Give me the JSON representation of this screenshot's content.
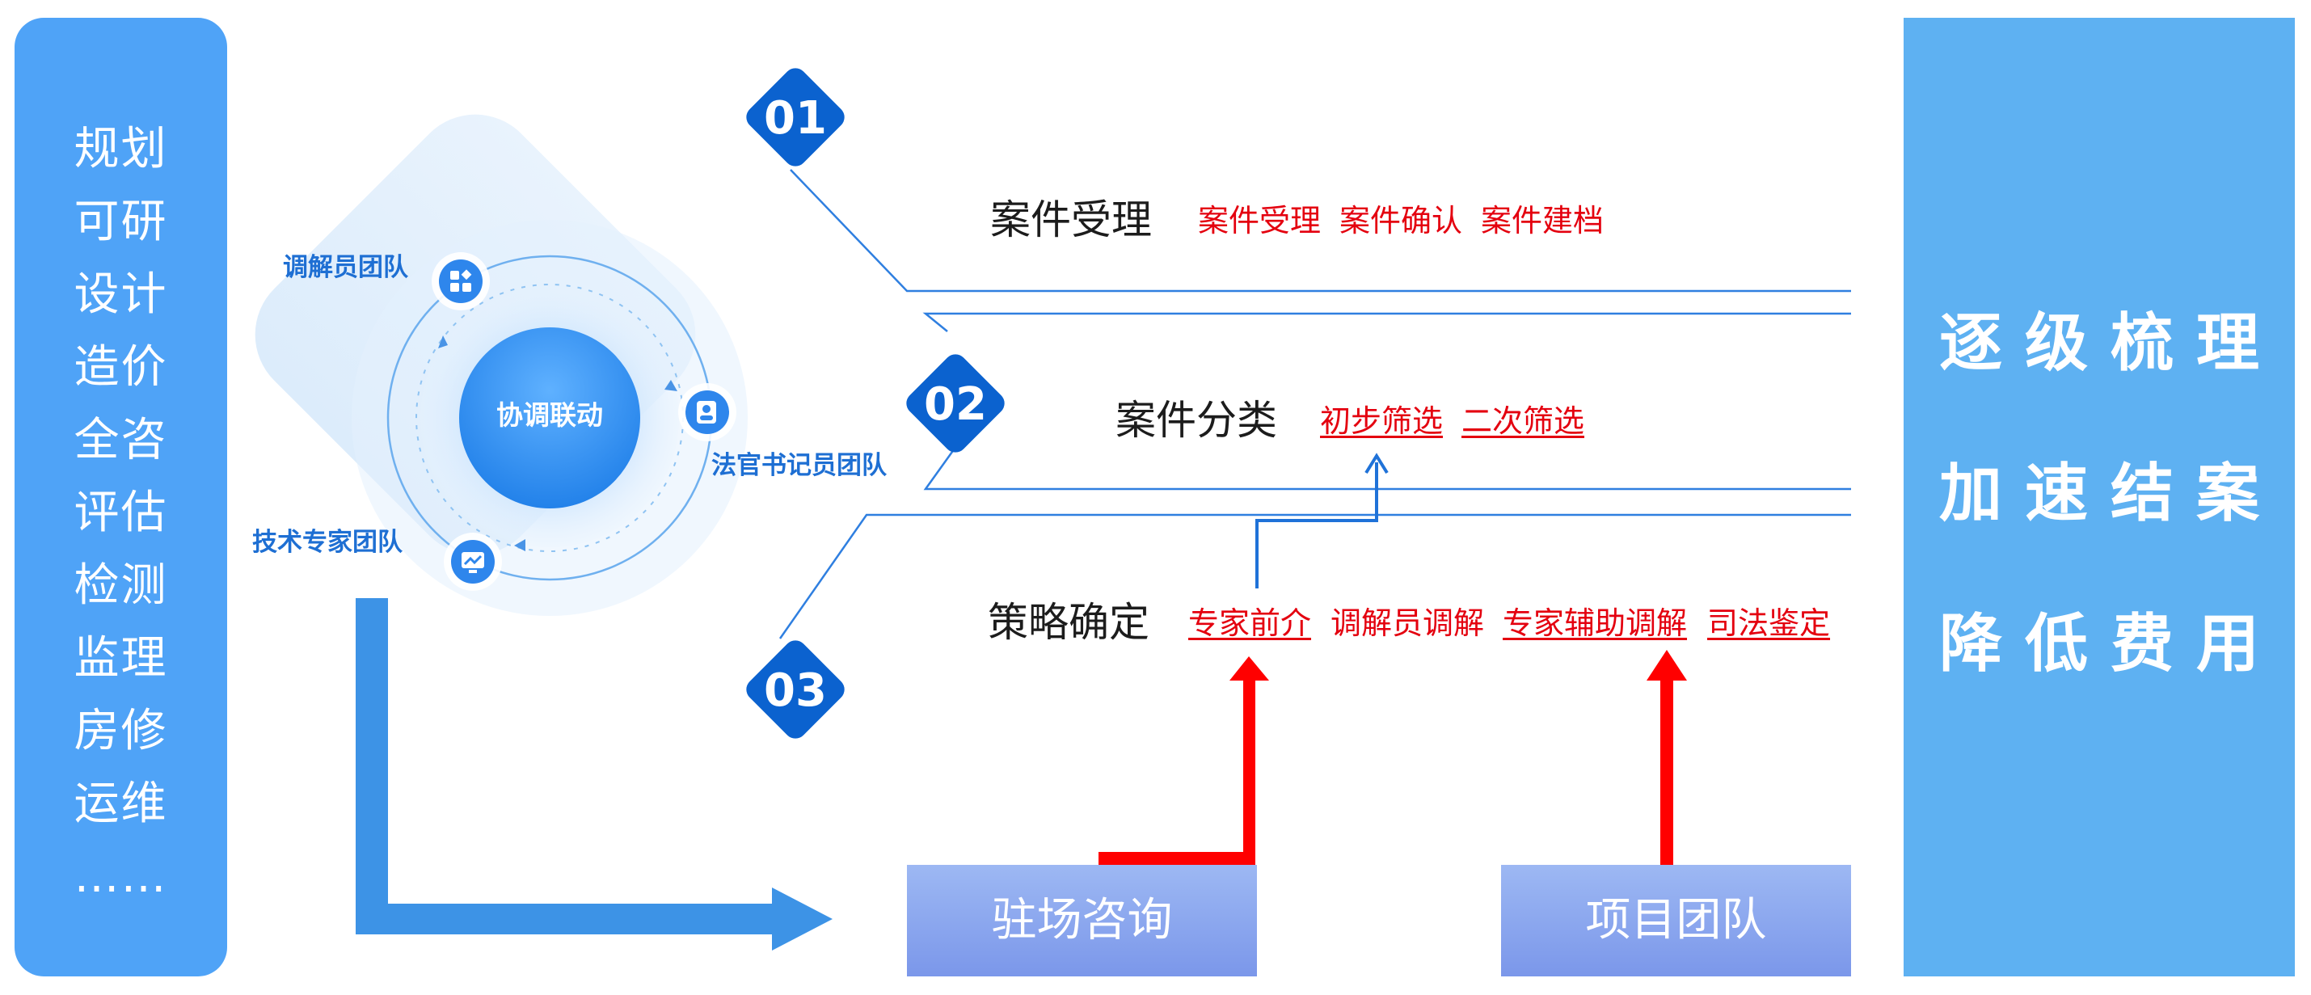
{
  "left_panel": {
    "items": [
      "规划",
      "可研",
      "设计",
      "造价",
      "全咨",
      "评估",
      "检测",
      "监理",
      "房修",
      "运维",
      "……"
    ]
  },
  "hub": {
    "center_label": "协调联动",
    "teams": {
      "mediator": "调解员团队",
      "clerk": "法官书记员团队",
      "expert": "技术专家团队"
    }
  },
  "steps": [
    {
      "num": "01",
      "title": "案件受理",
      "items": [
        "案件受理",
        "案件确认",
        "案件建档"
      ]
    },
    {
      "num": "02",
      "title": "案件分类",
      "items": [
        "初步筛选",
        "二次筛选"
      ]
    },
    {
      "num": "03",
      "title": "策略确定",
      "items": [
        "专家前介",
        "调解员调解",
        "专家辅助调解",
        "司法鉴定"
      ]
    }
  ],
  "bottom_boxes": {
    "onsite": "驻场咨询",
    "project_team": "项目团队"
  },
  "right_panel": {
    "slogans": [
      "逐级梳理",
      "加速结案",
      "降低费用"
    ]
  },
  "colors": {
    "left_panel": "#4fa3f7",
    "right_panel": "#5eb1f2",
    "diamond": "#0b62cf",
    "highlight_red": "#e4000f",
    "team_text": "#1e6fd3"
  }
}
